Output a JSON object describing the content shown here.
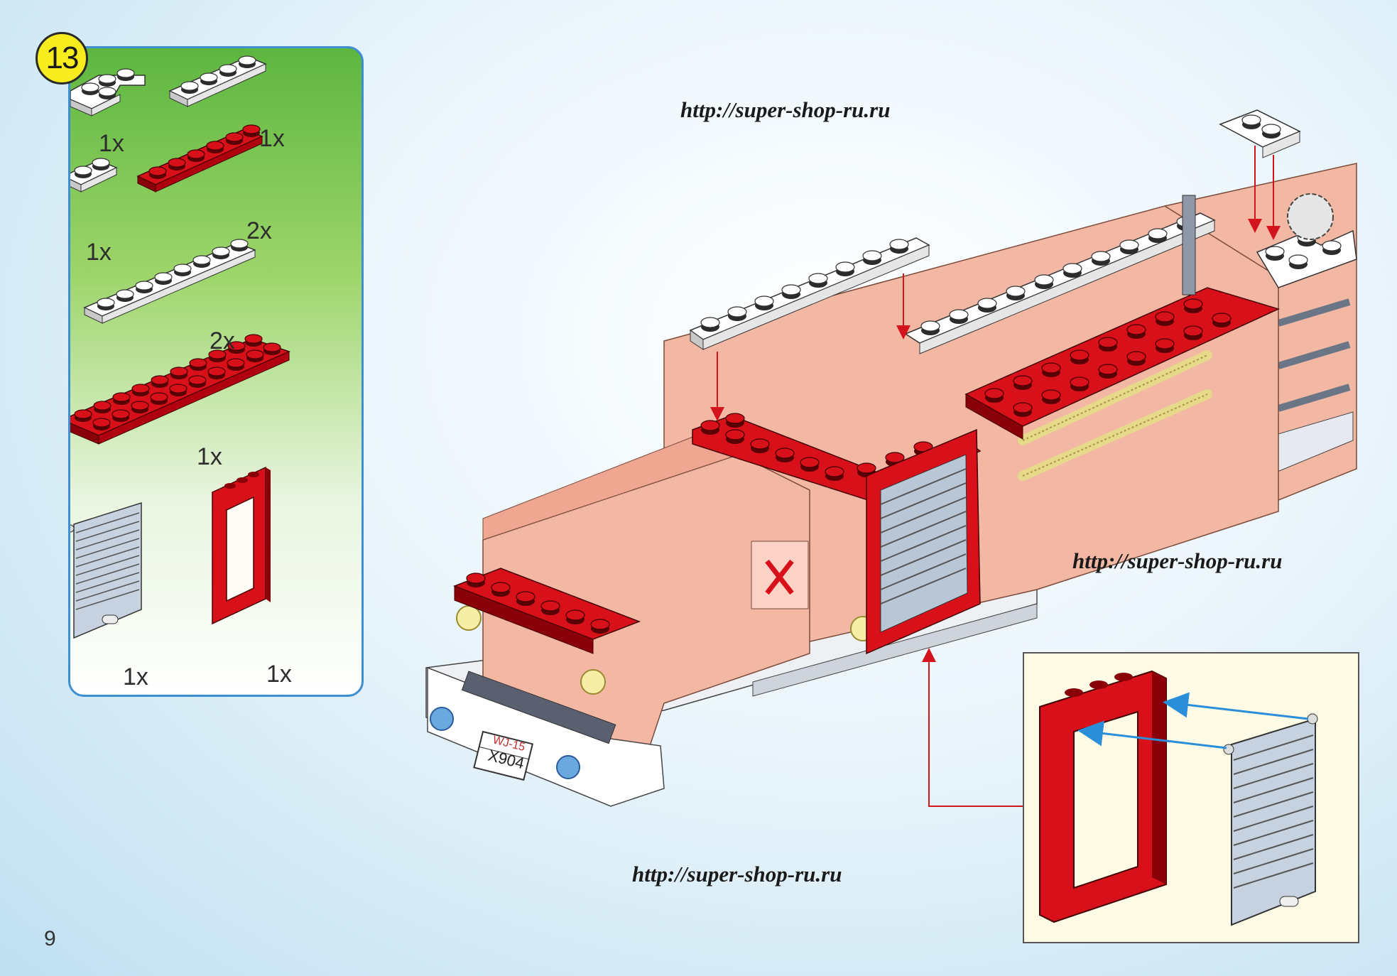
{
  "step": {
    "number": "13"
  },
  "parts_list": {
    "items": [
      {
        "part": "white-l-plate-icon",
        "qty": "1x"
      },
      {
        "part": "white-1x4-plate-icon",
        "qty": "1x"
      },
      {
        "part": "white-1x2-plate-icon",
        "qty": "1x"
      },
      {
        "part": "red-1x6-plate-icon",
        "qty": "2x"
      },
      {
        "part": "white-1x8-plate-icon",
        "qty": "2x"
      },
      {
        "part": "red-2x10-plate-icon",
        "qty": "1x"
      },
      {
        "part": "grey-shutter-icon",
        "qty": "1x"
      },
      {
        "part": "red-door-frame-icon",
        "qty": "1x"
      }
    ]
  },
  "watermarks": [
    "http://super-shop-ru.ru",
    "http://super-shop-ru.ru",
    "http://super-shop-ru.ru"
  ],
  "license_plate": {
    "top": "WJ-15",
    "bottom": "X904"
  },
  "page": {
    "number": "9"
  },
  "colors": {
    "brick_red": "#d8101a",
    "body_salmon": "#f2b8a4",
    "brick_white": "#ffffff",
    "shutter_grey": "#b9c6d6",
    "panel_green": "#5db63f",
    "panel_border": "#3d8fd0",
    "badge_yellow": "#f7ec1d",
    "arrow_red": "#d4141c",
    "arrow_blue": "#2a8fd8"
  }
}
